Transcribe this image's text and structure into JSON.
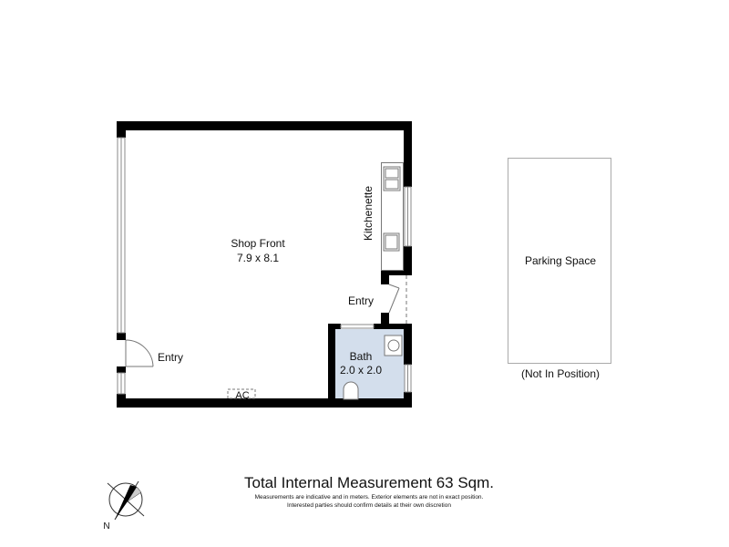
{
  "rooms": {
    "shop_front": {
      "name": "Shop Front",
      "dims": "7.9 x 8.1"
    },
    "kitchenette": {
      "name": "Kitchenette"
    },
    "entry_main": {
      "name": "Entry"
    },
    "entry_side": {
      "name": "Entry"
    },
    "bath": {
      "name": "Bath",
      "dims": "2.0 x 2.0"
    },
    "ac": {
      "name": "AC"
    }
  },
  "parking": {
    "name": "Parking Space",
    "note": "(Not In Position)"
  },
  "footer": {
    "title": "Total Internal Measurement 63 Sqm.",
    "disclaimer_1": "Measurements are indicative and in meters. Exterior elements are not in exact position.",
    "disclaimer_2": "Interested parties should confirm details at their own discretion"
  },
  "compass": {
    "label": "N"
  },
  "colors": {
    "wall": "#000000",
    "bath_fill": "#d3deec",
    "window": "#999999"
  }
}
